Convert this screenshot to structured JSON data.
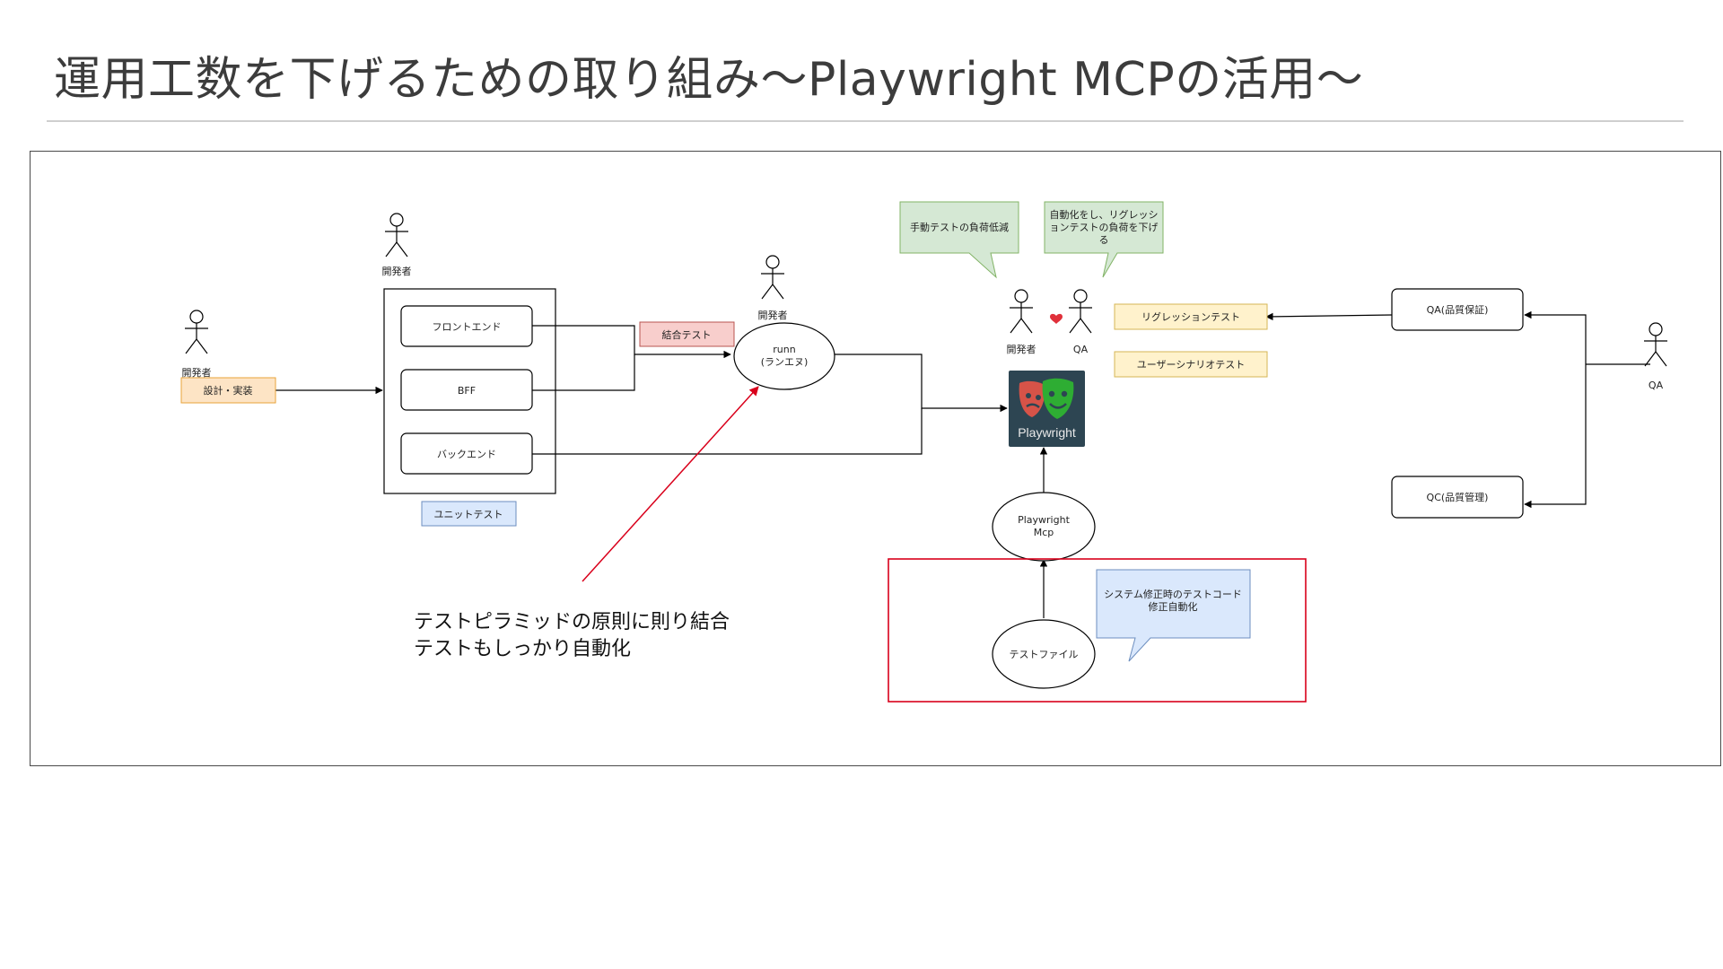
{
  "slide": {
    "title": "運用工数を下げるための取り組み〜Playwright MCPの活用〜"
  },
  "diagram": {
    "actors": {
      "dev_left": "開発者",
      "dev_top": "開発者",
      "dev_runn": "開発者",
      "dev_pw": "開発者",
      "qa_pw": "QA",
      "qa_right": "QA"
    },
    "labels": {
      "design_impl": "設計・実装",
      "frontend": "フロントエンド",
      "bff": "BFF",
      "backend": "バックエンド",
      "unit_test": "ユニットテスト",
      "integration_test": "結合テスト",
      "runn_line1": "runn",
      "runn_line2": "(ランエヌ)",
      "regression_test": "リグレッションテスト",
      "user_scenario_test": "ユーザーシナリオテスト",
      "qa_box": "QA(品質保証)",
      "qc_box": "QC(品質管理)",
      "pw_mcp_line1": "Playwright",
      "pw_mcp_line2": "Mcp",
      "test_file": "テストファイル",
      "playwright_logo": "Playwright"
    },
    "callouts": {
      "manual_test": "手動テストの負荷低減",
      "automation_lines": [
        "自動化をし、リグレッシ",
        "ョンテストの負荷を下げ",
        "る"
      ],
      "system_fix_lines": [
        "システム修正時のテストコード",
        "修正自動化"
      ]
    },
    "annotation_lines": [
      "テストピラミッドの原則に則り結合",
      "テストもしっかり自動化"
    ],
    "colors": {
      "orange_fill": "#fde4c5",
      "orange_stroke": "#e8a33a",
      "yellow_fill": "#fff2cc",
      "yellow_stroke": "#d6b656",
      "red_fill": "#f8cecc",
      "red_stroke": "#b85450",
      "blue_fill": "#dae8fc",
      "blue_stroke": "#6c8ebf",
      "green_fill": "#d5e8d4",
      "green_stroke": "#82b366",
      "highlight_red": "#d9001b",
      "heart": "#e0303a"
    }
  }
}
